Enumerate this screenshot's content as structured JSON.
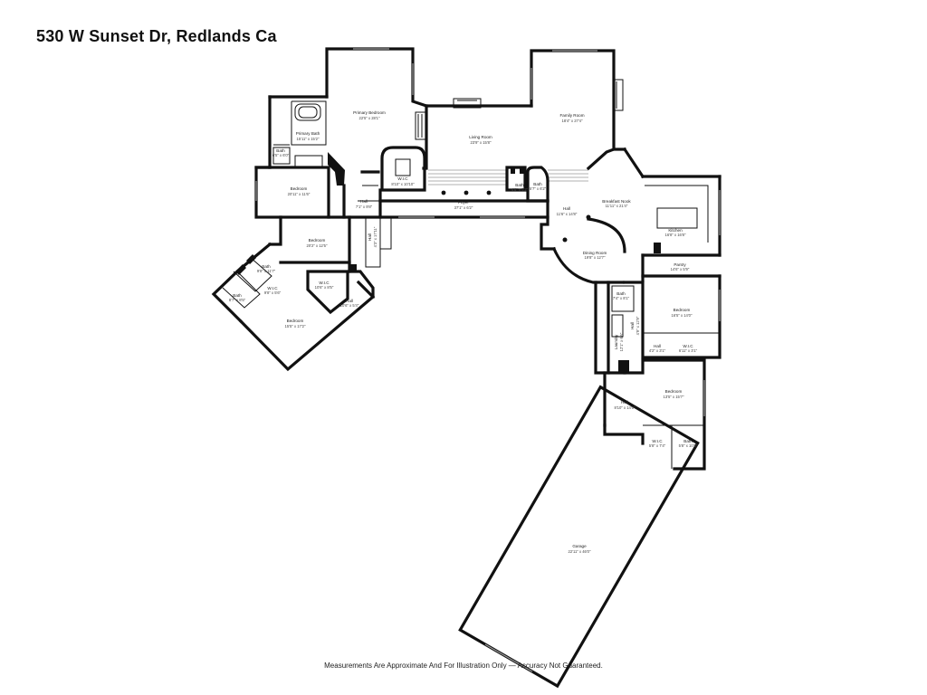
{
  "title": "530 W Sunset Dr, Redlands Ca",
  "footer": "Measurements Are Approximate And For Illustration Only — Accuracy Not Guaranteed.",
  "rooms": {
    "primary_bedroom": {
      "name": "Primary Bedroom",
      "dim": "22'5\" x 28'1\""
    },
    "primary_bath": {
      "name": "Primary Bath",
      "dim": "15'11\" x 15'2\""
    },
    "bath_a": {
      "name": "Bath",
      "dim": "6'5\" x 6'0\""
    },
    "wic_primary": {
      "name": "W.I.C",
      "dim": "8'10\" x 10'10\""
    },
    "living_room": {
      "name": "Living Room",
      "dim": "23'9\" x 15'8\""
    },
    "family_room": {
      "name": "Family Room",
      "dim": "18'4\" x 27'4\""
    },
    "bedroom_west": {
      "name": "Bedroom",
      "dim": "20'11\" x 11'6\""
    },
    "hall_a": {
      "name": "Hall",
      "dim": "7'1\" x 9'8\""
    },
    "foyer": {
      "name": "Foyer",
      "dim": "37'1\" x 6'2\""
    },
    "hall_b": {
      "name": "Hall",
      "dim": "11'6\" x 14'8\""
    },
    "breakfast_nook": {
      "name": "Breakfast Nook",
      "dim": "11'11\" x 21'4\""
    },
    "kitchen": {
      "name": "Kitchen",
      "dim": "16'8\" x 16'8\""
    },
    "bedroom_mid": {
      "name": "Bedroom",
      "dim": "20'2\" x 12'5\""
    },
    "hall_c": {
      "name": "Hall",
      "dim": "4'3\" x 17'11\""
    },
    "dining_room": {
      "name": "Dining Room",
      "dim": "19'8\" x 12'7\""
    },
    "pantry": {
      "name": "Pantry",
      "dim": "14'6\" x 5'9\""
    },
    "wic_mid": {
      "name": "W.I.C",
      "dim": "10'6\" x 8'5\""
    },
    "bath_b": {
      "name": "Bath",
      "dim": "9'8\" x 11'7\""
    },
    "wic_small": {
      "name": "W.I.C",
      "dim": "9'8\" x 5'6\""
    },
    "bath_c": {
      "name": "Bath",
      "dim": "8'7\" x 8'5\""
    },
    "hall_d": {
      "name": "Hall",
      "dim": "10'6\" x 5'4\""
    },
    "bedroom_sw": {
      "name": "Bedroom",
      "dim": "15'5\" x 17'2\""
    },
    "bath_d": {
      "name": "Bath",
      "dim": "7'4\" x 8'1\""
    },
    "laundry": {
      "name": "Laundry",
      "dim": "12'1\" x 6'5\""
    },
    "hall_e": {
      "name": "Hall",
      "dim": "4'9\" x 12'9\""
    },
    "bedroom_east": {
      "name": "Bedroom",
      "dim": "16'5\" x 14'0\""
    },
    "hall_f": {
      "name": "Hall",
      "dim": "4'2\" x 3'1\""
    },
    "wic_east": {
      "name": "W.I.C",
      "dim": "6'11\" x 3'1\""
    },
    "bedroom_se": {
      "name": "Bedroom",
      "dim": "13'5\" x 15'7\""
    },
    "hall_g": {
      "name": "Hall",
      "dim": "8'10\" x 14'6\""
    },
    "wic_se": {
      "name": "W.I.C",
      "dim": "5'8\" x 7'4\""
    },
    "bath_e": {
      "name": "Bath",
      "dim": "5'8\" x 10'9\""
    },
    "garage": {
      "name": "Garage",
      "dim": "22'11\" x 46'0\""
    },
    "bath_f": {
      "name": "Bath",
      "dim": "4'8\" x 5'2\""
    },
    "bath_g": {
      "name": "Bath",
      "dim": "5'7\" x 6'2\""
    }
  }
}
